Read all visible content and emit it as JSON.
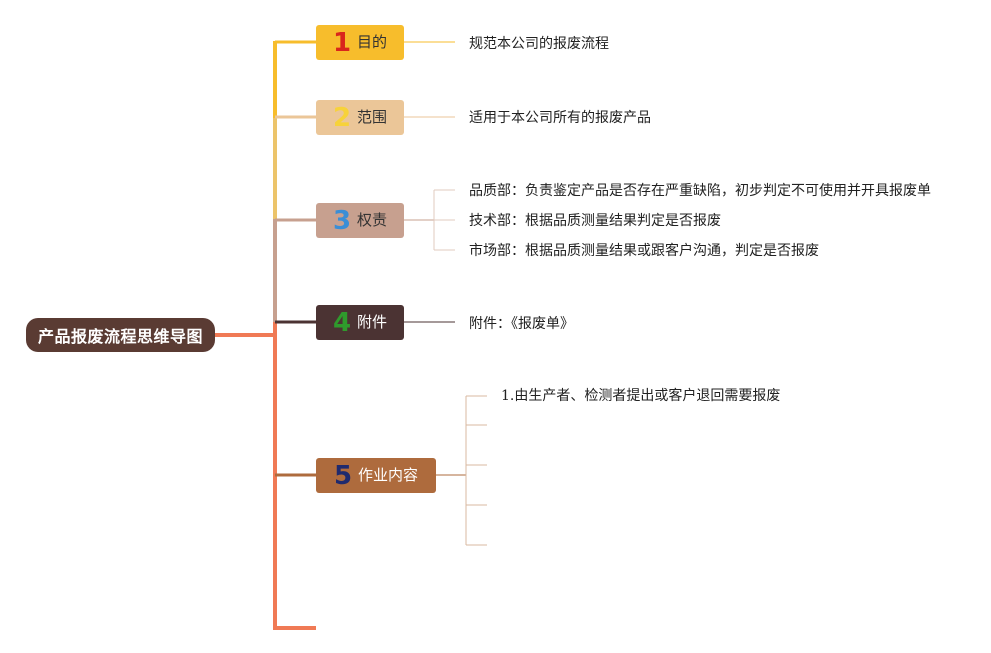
{
  "root": {
    "label": "产品报废流程思维导图",
    "color": "#5a3b33"
  },
  "branches": [
    {
      "num": "1",
      "label": "目的",
      "bg": "#f7bd2c",
      "num_color": "#d9261c",
      "text_color": "#333333",
      "items": [
        "规范本公司的报废流程"
      ]
    },
    {
      "num": "2",
      "label": "范围",
      "bg": "#ebc698",
      "num_color": "#f7d23a",
      "text_color": "#333333",
      "items": [
        "适用于本公司所有的报废产品"
      ]
    },
    {
      "num": "3",
      "label": "权责",
      "bg": "#c7a08f",
      "num_color": "#3a8ed6",
      "text_color": "#333333",
      "items": [
        "品质部：负责鉴定产品是否存在严重缺陷，初步判定不可使用并开具报废单",
        "技术部：根据品质测量结果判定是否报废",
        "市场部：根据品质测量结果或跟客户沟通，判定是否报废"
      ]
    },
    {
      "num": "4",
      "label": "附件",
      "bg": "#4b3333",
      "num_color": "#2f9a2c",
      "text_color": "#ffffff",
      "items": [
        "附件：《报废单》"
      ]
    },
    {
      "num": "5",
      "label": "作业内容",
      "bg": "#ae6b3d",
      "num_color": "#1f2a6e",
      "text_color": "#ffffff",
      "items": [
        "1.由生产者、检测者提出或客户退回需要报废",
        "",
        "",
        "",
        ""
      ]
    }
  ]
}
